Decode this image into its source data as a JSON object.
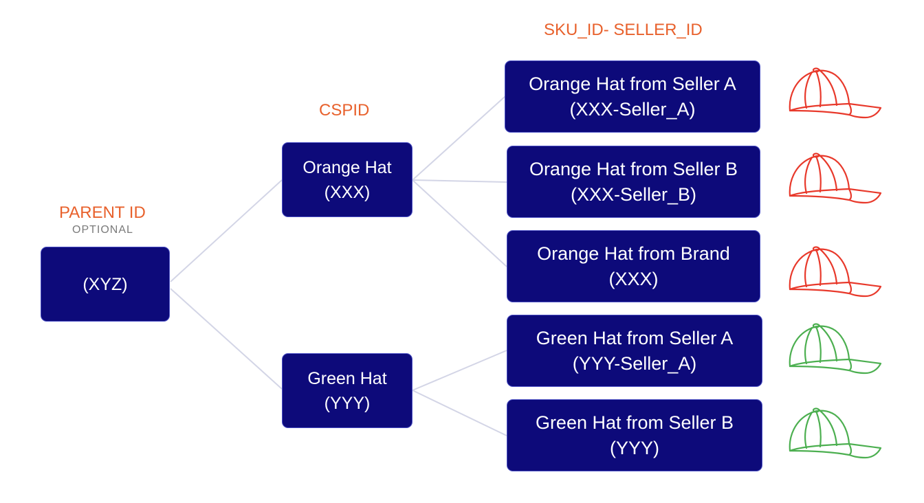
{
  "headings": {
    "parent": "PARENT ID",
    "parent_note": "OPTIONAL",
    "cspid": "CSPID",
    "sku": "SKU_ID- SELLER_ID"
  },
  "parent": {
    "line1": "(XYZ)"
  },
  "cspids": [
    {
      "line1": "Orange Hat",
      "line2": "(XXX)"
    },
    {
      "line1": "Green Hat",
      "line2": "(YYY)"
    }
  ],
  "skus": [
    {
      "line1": "Orange Hat from Seller A",
      "line2": "(XXX-Seller_A)",
      "hat_color": "orange"
    },
    {
      "line1": "Orange Hat from Seller B",
      "line2": "(XXX-Seller_B)",
      "hat_color": "orange"
    },
    {
      "line1": "Orange Hat from Brand",
      "line2": "(XXX)",
      "hat_color": "orange"
    },
    {
      "line1": "Green Hat from Seller A",
      "line2": "(YYY-Seller_A)",
      "hat_color": "green"
    },
    {
      "line1": "Green Hat from Seller B",
      "line2": "(YYY)",
      "hat_color": "green"
    }
  ],
  "colors": {
    "node_fill": "#0d0a7a",
    "heading": "#e8612c",
    "connector": "#d3d5e6",
    "hat_orange": "#e8392b",
    "hat_green": "#4caf50"
  },
  "icons": [
    "cap-icon"
  ]
}
